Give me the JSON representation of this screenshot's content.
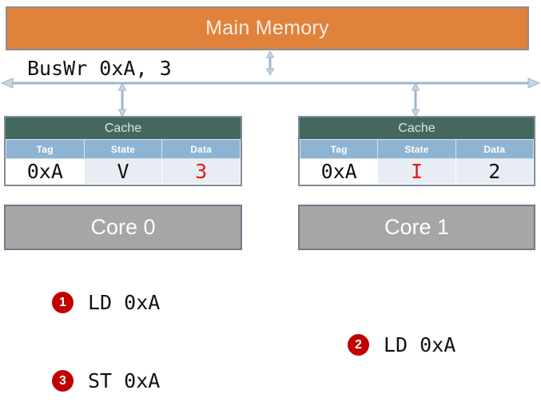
{
  "diagram": {
    "memory": {
      "label": "Main Memory",
      "color": "#E0813C"
    },
    "bus": {
      "label": "BusWr 0xA, 3",
      "line_color": "#9FB6CC",
      "icon": "double-headed-horizontal-arrow"
    },
    "connectors": [
      {
        "name": "memory-to-bus",
        "icon": "double-headed-vertical-arrow"
      },
      {
        "name": "bus-to-cache0",
        "icon": "double-headed-vertical-arrow"
      },
      {
        "name": "bus-to-cache1",
        "icon": "double-headed-vertical-arrow"
      }
    ],
    "caches": [
      {
        "title": "Cache",
        "columns": [
          "Tag",
          "State",
          "Data"
        ],
        "row": {
          "tag": "0xA",
          "state": "V",
          "data": "3"
        },
        "highlight": "data",
        "highlight_color": "#E01B15"
      },
      {
        "title": "Cache",
        "columns": [
          "Tag",
          "State",
          "Data"
        ],
        "row": {
          "tag": "0xA",
          "state": "I",
          "data": "2"
        },
        "highlight": "state",
        "highlight_color": "#E01B15"
      }
    ],
    "cores": [
      {
        "label": "Core 0"
      },
      {
        "label": "Core 1"
      }
    ],
    "steps": [
      {
        "number": "1",
        "text": "LD 0xA"
      },
      {
        "number": "2",
        "text": "LD 0xA"
      },
      {
        "number": "3",
        "text": "ST 0xA"
      }
    ]
  }
}
